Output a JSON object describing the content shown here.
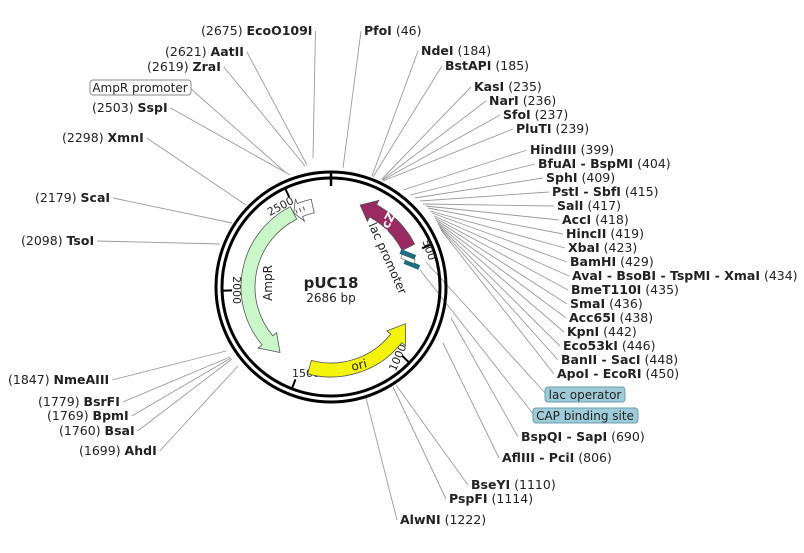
{
  "plasmid": {
    "name": "pUC18",
    "size_label": "2686 bp",
    "length": 2686
  },
  "tick_labels": [
    {
      "pos": 500,
      "text": "500"
    },
    {
      "pos": 1000,
      "text": "1000"
    },
    {
      "pos": 1500,
      "text": "1500"
    },
    {
      "pos": 2000,
      "text": "2000"
    },
    {
      "pos": 2500,
      "text": "2500"
    }
  ],
  "features": [
    {
      "name": "lacZα",
      "type": "arrow",
      "start": 146,
      "end": 469,
      "direction": "reverse",
      "color": "#9a2a62"
    },
    {
      "name": "lac promoter",
      "type": "label-only",
      "color": "#222222"
    },
    {
      "name": "ori",
      "type": "arrow",
      "start": 867,
      "end": 1455,
      "direction": "reverse",
      "color": "#f4f40a"
    },
    {
      "name": "AmpR",
      "type": "arrow",
      "start": 1626,
      "end": 2486,
      "direction": "reverse",
      "color": "#c9f7c9"
    },
    {
      "name": "AmpR promoter",
      "type": "arrow",
      "start": 2487,
      "end": 2591,
      "direction": "reverse",
      "color": "#ffffff"
    }
  ],
  "boxed_labels": [
    {
      "name": "AmpR promoter",
      "style": "white"
    },
    {
      "name": "lac operator",
      "style": "blue"
    },
    {
      "name": "CAP binding site",
      "style": "blue"
    }
  ],
  "sites": [
    {
      "name": "EcoO109I",
      "pos": "(2675)",
      "side": "left"
    },
    {
      "name": "AatII",
      "pos": "(2621)",
      "side": "left"
    },
    {
      "name": "ZraI",
      "pos": "(2619)",
      "side": "left"
    },
    {
      "name": "SspI",
      "pos": "(2503)",
      "side": "left"
    },
    {
      "name": "XmnI",
      "pos": "(2298)",
      "side": "left"
    },
    {
      "name": "ScaI",
      "pos": "(2179)",
      "side": "left"
    },
    {
      "name": "TsoI",
      "pos": "(2098)",
      "side": "left"
    },
    {
      "name": "NmeAIII",
      "pos": "(1847)",
      "side": "left"
    },
    {
      "name": "BsrFI",
      "pos": "(1779)",
      "side": "left"
    },
    {
      "name": "BpmI",
      "pos": "(1769)",
      "side": "left"
    },
    {
      "name": "BsaI",
      "pos": "(1760)",
      "side": "left"
    },
    {
      "name": "AhdI",
      "pos": "(1699)",
      "side": "left"
    },
    {
      "name": "PfoI",
      "pos": "(46)",
      "side": "right"
    },
    {
      "name": "NdeI",
      "pos": "(184)",
      "side": "right"
    },
    {
      "name": "BstAPI",
      "pos": "(185)",
      "side": "right"
    },
    {
      "name": "KasI",
      "pos": "(235)",
      "side": "right"
    },
    {
      "name": "NarI",
      "pos": "(236)",
      "side": "right"
    },
    {
      "name": "SfoI",
      "pos": "(237)",
      "side": "right"
    },
    {
      "name": "PluTI",
      "pos": "(239)",
      "side": "right"
    },
    {
      "name": "HindIII",
      "pos": "(399)",
      "side": "right"
    },
    {
      "name": "BfuAI - BspMI",
      "pos": "(404)",
      "side": "right"
    },
    {
      "name": "SphI",
      "pos": "(409)",
      "side": "right"
    },
    {
      "name": "PstI - SbfI",
      "pos": "(415)",
      "side": "right"
    },
    {
      "name": "SalI",
      "pos": "(417)",
      "side": "right"
    },
    {
      "name": "AccI",
      "pos": "(418)",
      "side": "right"
    },
    {
      "name": "HincII",
      "pos": "(419)",
      "side": "right"
    },
    {
      "name": "XbaI",
      "pos": "(423)",
      "side": "right"
    },
    {
      "name": "BamHI",
      "pos": "(429)",
      "side": "right"
    },
    {
      "name": "AvaI - BsoBI - TspMI - XmaI",
      "pos": "(434)",
      "side": "right"
    },
    {
      "name": "BmeT110I",
      "pos": "(435)",
      "side": "right"
    },
    {
      "name": "SmaI",
      "pos": "(436)",
      "side": "right"
    },
    {
      "name": "Acc65I",
      "pos": "(438)",
      "side": "right"
    },
    {
      "name": "KpnI",
      "pos": "(442)",
      "side": "right"
    },
    {
      "name": "Eco53kI",
      "pos": "(446)",
      "side": "right"
    },
    {
      "name": "BanII - SacI",
      "pos": "(448)",
      "side": "right"
    },
    {
      "name": "ApoI - EcoRI",
      "pos": "(450)",
      "side": "right"
    },
    {
      "name": "BspQI - SapI",
      "pos": "(690)",
      "side": "right"
    },
    {
      "name": "AflIII - PciI",
      "pos": "(806)",
      "side": "right"
    },
    {
      "name": "BseYI",
      "pos": "(1110)",
      "side": "right"
    },
    {
      "name": "PspFI",
      "pos": "(1114)",
      "side": "right"
    },
    {
      "name": "AlwNI",
      "pos": "(1222)",
      "side": "right"
    }
  ],
  "colors": {
    "backbone": "#000000",
    "leader": "#9a9a9a",
    "blue_box": "#9fcad8",
    "blue_box_border": "#6a9fb0"
  }
}
